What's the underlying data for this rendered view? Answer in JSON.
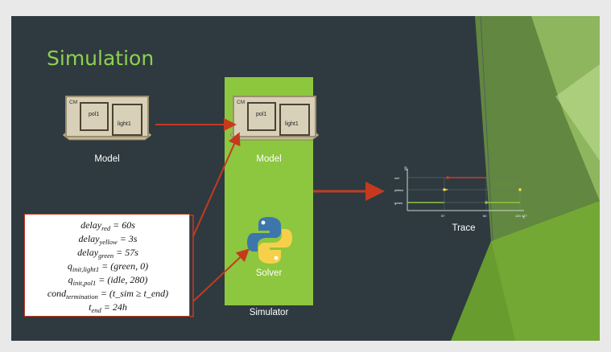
{
  "slide": {
    "title": "Simulation",
    "colors": {
      "background": "#2e3a40",
      "accent": "#8dc63f",
      "arrow": "#c53a1f",
      "box": "#ffffff"
    }
  },
  "model_component": {
    "outer_label": "CM",
    "inner_left_label": "pol1",
    "inner_right_label": "light1",
    "caption": "Model"
  },
  "simulator": {
    "model_caption": "Model",
    "solver_caption": "Solver",
    "caption": "Simulator",
    "solver_icon": "python-logo-icon"
  },
  "trace": {
    "caption": "Trace",
    "y_axis_symbol": "S",
    "x_axis_symbol": "t",
    "states": [
      "red",
      "yellow",
      "green"
    ],
    "tick_labels": [
      "57",
      "60",
      "120",
      "177"
    ]
  },
  "formulas": [
    {
      "lhs": "delay",
      "sub": "red",
      "rhs": " = 60s"
    },
    {
      "lhs": "delay",
      "sub": "yellow",
      "rhs": " = 3s"
    },
    {
      "lhs": "delay",
      "sub": "green",
      "rhs": " = 57s"
    },
    {
      "lhs": "q",
      "sub": "init,light1",
      "rhs": " = (green, 0)"
    },
    {
      "lhs": "q",
      "sub": "init,pol1",
      "rhs": " = (idle, 280)"
    },
    {
      "lhs": "cond",
      "sub": "termination",
      "rhs": " = (t_sim ≥ t_end)"
    },
    {
      "lhs": "t",
      "sub": "end",
      "rhs": " = 24h"
    }
  ]
}
